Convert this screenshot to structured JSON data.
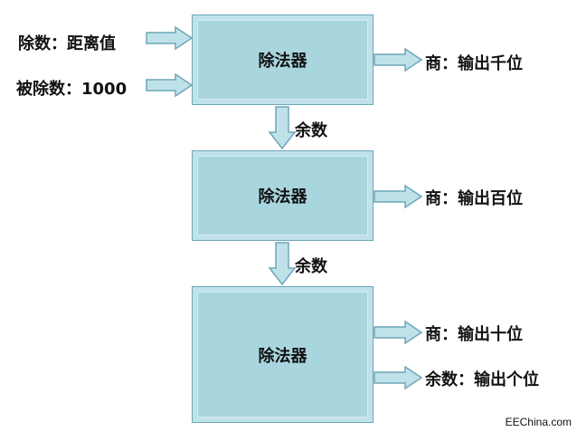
{
  "inputs": {
    "divisor_label": "除数：距离值",
    "dividend_label": "被除数：1000"
  },
  "blocks": [
    {
      "label": "除法器"
    },
    {
      "label": "除法器"
    },
    {
      "label": "除法器"
    }
  ],
  "remainders": [
    {
      "label": "余数"
    },
    {
      "label": "余数"
    }
  ],
  "outputs": {
    "thousands": "商：输出千位",
    "hundreds": "商：输出百位",
    "tens": "商：输出十位",
    "units": "余数：输出个位"
  },
  "watermark": "EEChina.com",
  "colors": {
    "block_fill": "#bfe2ea",
    "block_inner": "#a9d5df",
    "arrow_fill": "#bfe2ea",
    "arrow_stroke": "#6fa6b6"
  }
}
